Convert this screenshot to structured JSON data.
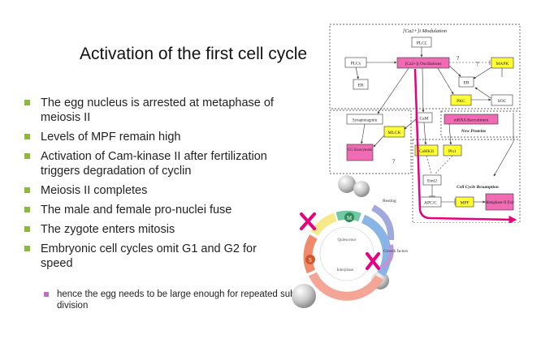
{
  "slide": {
    "title": "Activation of the first cell cycle",
    "bullets": [
      "The egg nucleus is arrested at metaphase of meiosis II",
      "Levels of MPF remain high",
      "Activation of Cam-kinase II after fertilization triggers degradation of cyclin",
      "Meiosis II completes",
      "The male and female pro-nuclei fuse",
      "The zygote enters mitosis",
      "Embryonic cell cycles omit G1 and G2 for speed"
    ],
    "sub_bullet": "hence the egg needs to be large enough for repeated sub-division"
  },
  "diagram": {
    "section_title": "[Ca2+]i Modulation",
    "plc_zeta": "PLCζ",
    "plc_gamma": "PLCγ",
    "oscillations": "[Ca2+]i Oscillations",
    "er_left": "ER",
    "er_right": "ER",
    "mapk": "MAPK",
    "pkc": "PKC",
    "soc": "SOC",
    "q1": "?",
    "q2": "?",
    "q3": "?",
    "synaptotagmin": "Synaptotagmin",
    "cam": "CaM",
    "mrna": "mRNA Recruitment",
    "new_proteins": "New Proteins",
    "mlck": "MLCK",
    "cg": "CG Exocytosis",
    "camkii": "CaMKII",
    "plx1": "Plx1",
    "emi2": "Emi2",
    "resumption": "Cell Cycle Resumption",
    "apcc": "APC/C",
    "mpf": "MPF",
    "metaphase_exit": "Metaphase II Exit"
  },
  "cycle": {
    "m": "M",
    "s": "S",
    "resting": "Resting",
    "growth_factors": "Growth factors",
    "quiescence": "Quiescence",
    "interphase": "Interphase"
  },
  "colors": {
    "bullet": "#8cb83c",
    "sub_bullet": "#c070c0",
    "magenta_box": "#f06ab4",
    "yellow_box": "#ffff33",
    "arrow_magenta": "#e6007e"
  }
}
